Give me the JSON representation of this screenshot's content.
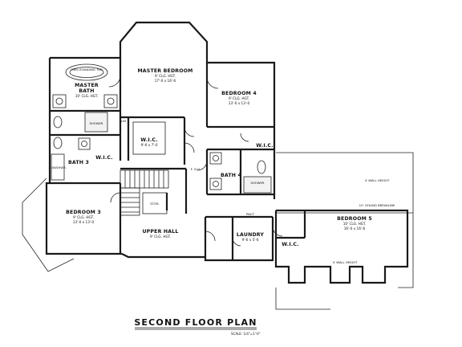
{
  "title": "SECOND FLOOR PLAN",
  "scale": "SCALE: 1/4\"=1'-0\"",
  "rooms": {
    "master_bedroom": {
      "name": "MASTER BEDROOM",
      "ceiling": "9' CLG. HGT.",
      "size": "17'-0 x 16'-6"
    },
    "master_bath": {
      "name": "MASTER",
      "name2": "BATH",
      "ceiling": "10' CLG. HGT."
    },
    "tub": {
      "name": "FREE-STANDING TUB"
    },
    "shower": {
      "name": "SHOWER"
    },
    "wic_master": {
      "name": "W.I.C.",
      "size": "9'-6 x 7'-0"
    },
    "bedroom4": {
      "name": "BEDROOM 4",
      "ceiling": "9' CLG. HGT.",
      "size": "13'-0 x 13'-0"
    },
    "wic_b4": {
      "name": "W.I.C."
    },
    "bath4": {
      "name": "BATH 4",
      "shower": "SHOWER"
    },
    "bath3": {
      "name": "BATH 3",
      "tub": "TUB/SHWR.",
      "wic": "W.I.C."
    },
    "bedroom3": {
      "name": "BEDROOM 3",
      "ceiling": "9' CLG. HGT.",
      "size": "13'-0 x 13'-0"
    },
    "upper_hall": {
      "name": "UPPER HALL",
      "ceiling": "9' CLG. HGT."
    },
    "stor": {
      "name": "STOR."
    },
    "laundry": {
      "name": "LAUNDRY",
      "size": "9'-6 x 5'-6"
    },
    "bedroom5": {
      "name": "BEDROOM 5",
      "ceiling": "10' CLG. HGT.",
      "size": "16'-0 x 16'-6"
    },
    "wic_b5": {
      "name": "W.I.C."
    }
  },
  "notes": {
    "wall_height_top": "4' WALL HEIGHT",
    "ceiling_breakline": "10' CEILING BREAKLINE",
    "wall_height_bottom": "4' WALL HEIGHT",
    "lin_closet": "LIN",
    "f_closet": "F. CLO.",
    "pnct": "PNCT"
  }
}
